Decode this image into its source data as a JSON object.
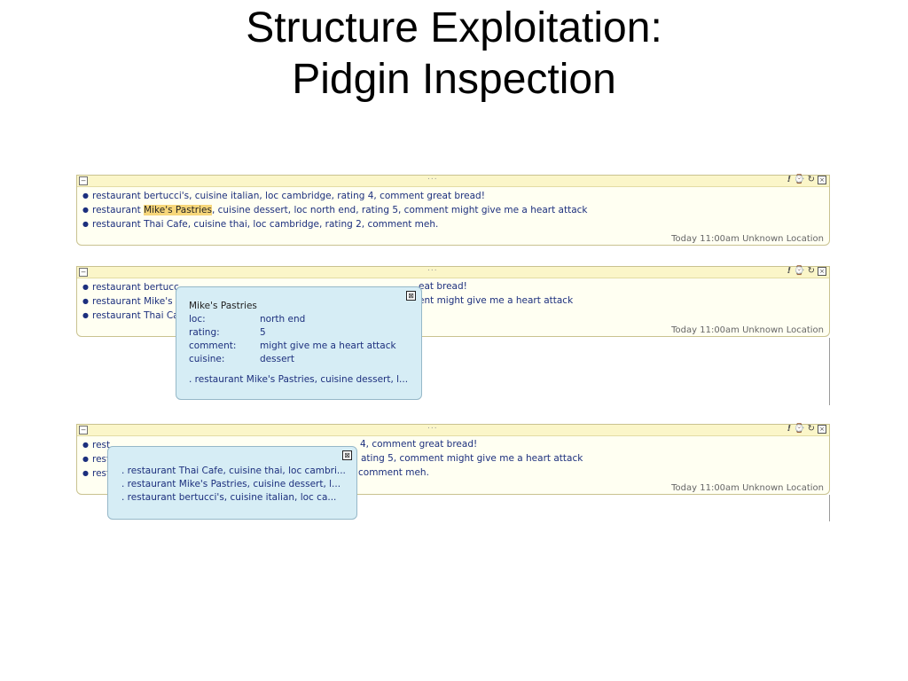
{
  "title": {
    "line1": "Structure Exploitation:",
    "line2": "Pidgin Inspection"
  },
  "panel": {
    "collapse_icon": "minus-box-icon",
    "header_dots": "...",
    "icons": [
      "exclamation-icon",
      "clock-icon",
      "refresh-icon",
      "close-box-icon"
    ],
    "footer": "Today 11:00am Unknown Location"
  },
  "entries": [
    {
      "prefix": "restaurant bertucci's, cuisine italian, loc cambridge, rating 4, comment great bread!"
    },
    {
      "prefix": "restaurant ",
      "highlight": "Mike's Pastries",
      "suffix": ", cuisine dessert, loc north end, rating 5, comment might give me a heart attack"
    },
    {
      "prefix": "restaurant Thai Cafe, cuisine thai, loc cambridge, rating 2, comment meh."
    }
  ],
  "panel2_visible": {
    "line0": "restaurant bertucc",
    "line0_tail": "eat bread!",
    "line1": "restaurant Mike's P",
    "line1_tail": "ent might give me a heart attack",
    "line2": "restaurant Thai Ca",
    "line2_tail": "."
  },
  "panel3_visible": {
    "line0": "rest",
    "line0_tail": "4, comment great bread!",
    "line1": "rest",
    "line1_tail": "ating 5, comment might give me a heart attack",
    "line2": "rest",
    "line2_tail": "comment meh."
  },
  "detail_popup": {
    "close_symbol": "⊠",
    "title": "Mike's Pastries",
    "fields": [
      {
        "key": "loc:",
        "value": "north end"
      },
      {
        "key": "rating:",
        "value": "5"
      },
      {
        "key": "comment:",
        "value": "might give me a heart attack"
      },
      {
        "key": "cuisine:",
        "value": "dessert"
      }
    ],
    "summary": ". restaurant Mike's Pastries, cuisine dessert, l..."
  },
  "list_popup": {
    "close_symbol": "⊠",
    "items": [
      ". restaurant Thai Cafe, cuisine thai, loc cambri...",
      ". restaurant Mike's Pastries, cuisine dessert, l...",
      ". restaurant bertucci's, cuisine italian, loc ca..."
    ]
  }
}
